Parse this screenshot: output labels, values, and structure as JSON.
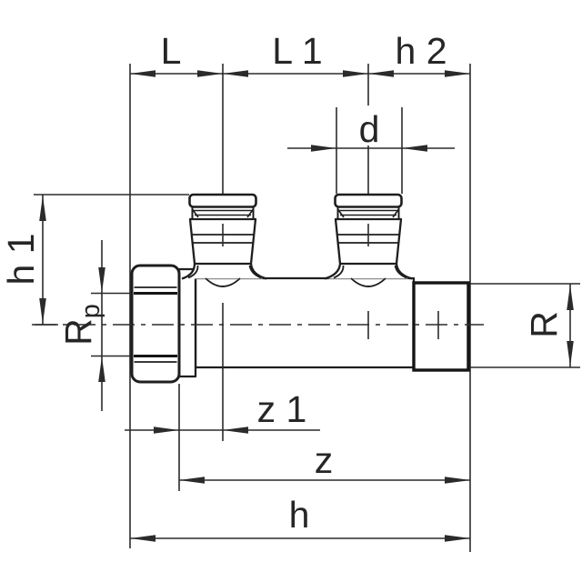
{
  "drawing": {
    "background": "#ffffff",
    "line_color": "#2b2b2b",
    "labels": {
      "L": "L",
      "L1": "L 1",
      "h2": "h 2",
      "d": "d",
      "h1": "h 1",
      "rp": {
        "base": "R",
        "sub": "p"
      },
      "r": "R",
      "z1": "z 1",
      "z": "z",
      "h": "h"
    }
  }
}
